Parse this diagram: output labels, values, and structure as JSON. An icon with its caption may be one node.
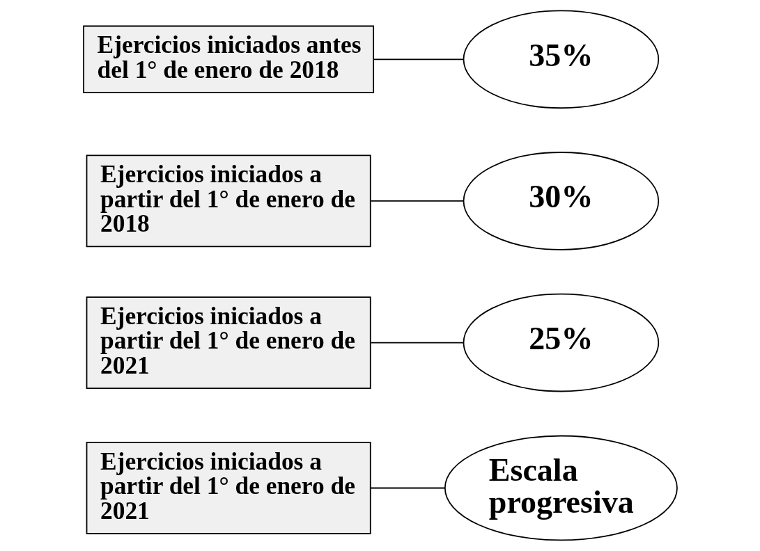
{
  "diagram": {
    "nodes": [
      {
        "text": [
          "Ejercicios iniciados antes del 1° de enero de 2018"
        ]
      },
      {
        "text": [
          "Ejercicios iniciados a partir del 1° de enero de 2018"
        ]
      },
      {
        "text": [
          "Ejercicios iniciados a partir del 1° de enero de 2021"
        ]
      },
      {
        "text": [
          "Ejercicios iniciados a partir del 1° de enero de 2021"
        ]
      },
      {
        "text": [
          "35%"
        ]
      },
      {
        "text": [
          "30%"
        ]
      },
      {
        "text": [
          "25%"
        ]
      },
      {
        "text": [
          "Escala progresiva"
        ]
      }
    ],
    "edges": [
      {
        "from": 4,
        "to": 0,
        "arrow": "none"
      },
      {
        "from": 5,
        "to": 1,
        "arrow": "none"
      },
      {
        "from": 6,
        "to": 2,
        "arrow": "none"
      },
      {
        "from": 7,
        "to": 3,
        "arrow": "none"
      }
    ]
  }
}
